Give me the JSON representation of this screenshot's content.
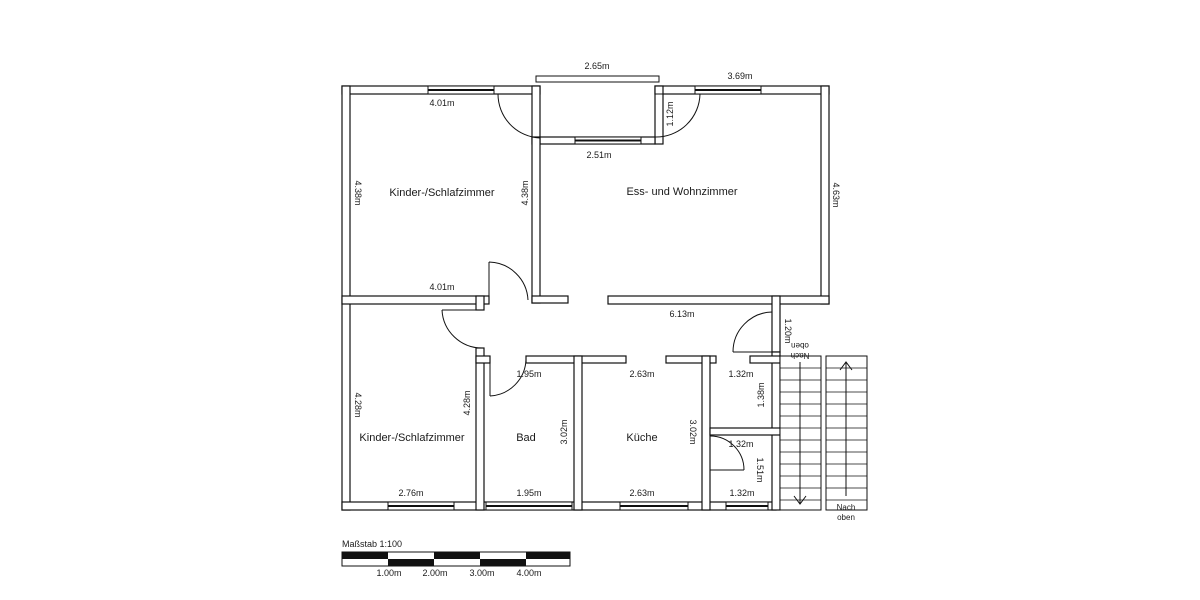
{
  "rooms": {
    "kinder_top": "Kinder-/Schlafzimmer",
    "ess_wohn": "Ess- und Wohnzimmer",
    "kinder_bottom": "Kinder-/Schlafzimmer",
    "bad": "Bad",
    "kueche": "Küche"
  },
  "dimensions": {
    "balcony_width": "2.65m",
    "top_right_window": "3.69m",
    "top_left_window": "4.01m",
    "balcony_depth": "1.12m",
    "balcony_inner": "2.51m",
    "kinder_top_height": "4.38m",
    "kinder_top_inner_height": "4.38m",
    "wohn_height": "4.63m",
    "kinder_top_bottom": "4.01m",
    "hall_width": "6.13m",
    "hall_right_height": "1.20m",
    "kinder_bottom_left_height": "4.28m",
    "kinder_bottom_right_height": "4.28m",
    "bad_top": "1.95m",
    "bad_height": "3.02m",
    "kueche_top": "2.63m",
    "kueche_height": "3.02m",
    "small_room_top": "1.32m",
    "small_room_height": "1.38m",
    "small_room2_top": "1.32m",
    "small_room2_height": "1.51m",
    "bottom_kinder": "2.76m",
    "bottom_bad": "1.95m",
    "bottom_kueche": "2.63m",
    "bottom_small": "1.32m"
  },
  "stairs": {
    "left_label_line1": "Nach",
    "left_label_line2": "oben",
    "right_label_line1": "Nach",
    "right_label_line2": "oben"
  },
  "scale": {
    "title": "Maßstab 1:100",
    "ticks": [
      "1.00m",
      "2.00m",
      "3.00m",
      "4.00m"
    ]
  }
}
